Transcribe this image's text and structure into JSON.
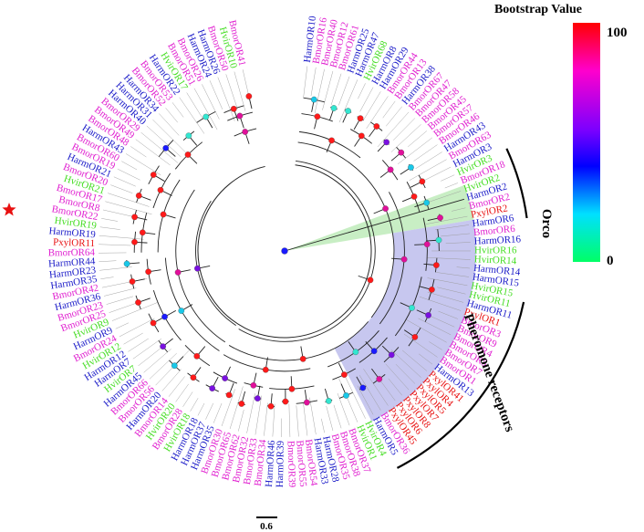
{
  "colors": {
    "Harm": "#1a1ac8",
    "Bmor": "#e020d0",
    "Hvir": "#44dd22",
    "Pxyl": "#e81010",
    "branch": "#222222",
    "orco_fill": "#b6e8b0",
    "pheromone_fill": "#b4b4ea",
    "star": "#e81010"
  },
  "legend": {
    "title": "Bootstrap Value",
    "max_label": "100",
    "min_label": "0"
  },
  "clades": {
    "orco": "Orco",
    "pheromone": "Pheromone receptors"
  },
  "scale_bar": {
    "label": "0.6"
  },
  "leaves": [
    "HarmOR10",
    "BmorOR16",
    "BmorOR40",
    "BmorOR12",
    "BmorOR61",
    "HarmOR25",
    "HarmOR47",
    "HvirOR68",
    "HarmOR8",
    "HarmOR29",
    "BmorOR44",
    "BmorOR13",
    "HarmOR38",
    "BmorOR67",
    "BmorOR47",
    "BmorOR58",
    "BmorOR45",
    "BmorOR57",
    "BmorOR46",
    "HarmOR43",
    "BmorOR63",
    "HarmOR3",
    "HvirOR3",
    "BmorOR18",
    "HvirOR2",
    "HarmOR2",
    "BmorOR2",
    "PxylOR2",
    "HarmOR6",
    "BmorOR6",
    "HarmOR16",
    "HvirOR16",
    "HvirOR14",
    "HarmOR14",
    "HarmOR15",
    "HvirOR15",
    "HvirOR11",
    "HarmOR11",
    "PxylOR1",
    "BmorOR3",
    "BmorOR9",
    "BmorOR4",
    "BmorOR5",
    "BmorOR7",
    "BmorOR1",
    "HarmOR13",
    "PxylOR41",
    "PxylOR4",
    "PxylOR5",
    "PxylOR7",
    "PxylOR8",
    "PxylOR6",
    "PxylOR45",
    "BmorOR36",
    "HarmOR5",
    "HvirOR4",
    "HvirOR1",
    "BmorOR37",
    "BmorOR38",
    "BmorOR35",
    "HarmOR28",
    "HarmOR33",
    "BmorOR54",
    "BmorOR55",
    "BmorOR39",
    "HarmOR39",
    "HarmOR46",
    "BmorOR34",
    "BmorOR33",
    "BmorOR32",
    "BmorOR62",
    "BmorOR65",
    "BmorOR30",
    "HarmOR35",
    "HarmOR37",
    "HarmOR18",
    "HvirOR18",
    "BmorOR28",
    "HvirOR20",
    "BmorOR14",
    "HarmOR20",
    "BmorOR56",
    "BmorOR66",
    "HarmOR45",
    "HvirOR7",
    "HarmOR7",
    "HarmOR12",
    "HvirOR12",
    "BmorOR24",
    "HarmOR9",
    "HvirOR9",
    "BmorOR25",
    "BmorOR23",
    "HarmOR36",
    "BmorOR42",
    "HarmOR35",
    "HarmOR23",
    "HarmOR44",
    "BmorOR64",
    "PxylOR11",
    "HarmOR19",
    "HvirOR19",
    "BmorOR22",
    "BmorOR8",
    "BmorOR17",
    "HvirOR21",
    "BmorOR20",
    "HarmOR21",
    "BmorOR19",
    "BmorOR60",
    "HarmOR43",
    "BmorOR48",
    "BmorOR49",
    "BmorOR29",
    "HarmOR40",
    "HarmOR31",
    "HarmOR34",
    "BmorOR52",
    "BmorOR53",
    "HarmOR22",
    "HvirOR17",
    "BmorOR51",
    "BmorOR26",
    "HarmOR24",
    "HarmOR26",
    "BmorOR50",
    "HvirOR10",
    "BmorOR41"
  ]
}
